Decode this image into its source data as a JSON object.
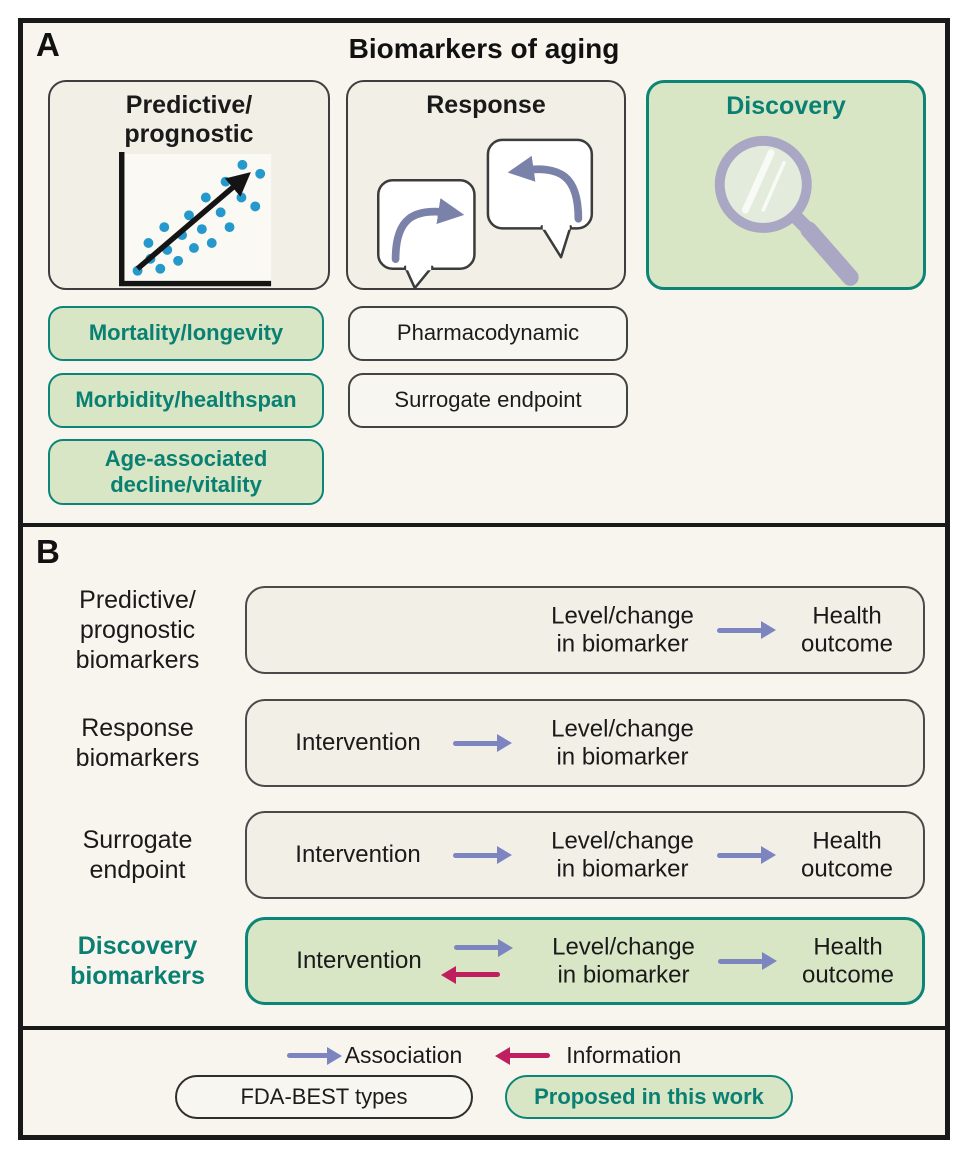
{
  "panel_a": {
    "label": "A",
    "title": "Biomarkers of aging",
    "categories": [
      {
        "title": "Predictive/\nprognostic",
        "icon": "scatter-plot-icon",
        "style": "fda"
      },
      {
        "title": "Response",
        "icon": "speech-bubbles-arrows-icon",
        "style": "fda"
      },
      {
        "title": "Discovery",
        "icon": "magnifying-glass-icon",
        "style": "proposed"
      }
    ],
    "green_pills": [
      "Mortality/longevity",
      "Morbidity/healthspan",
      "Age-associated\ndecline/vitality"
    ],
    "gray_pills": [
      "Pharmacodynamic",
      "Surrogate endpoint"
    ]
  },
  "panel_b": {
    "label": "B",
    "rows": [
      {
        "label": "Predictive/\nprognostic\nbiomarkers",
        "level_change": "Level/change\nin biomarker",
        "health_outcome": "Health\noutcome",
        "style": "fda"
      },
      {
        "label": "Response\nbiomarkers",
        "intervention": "Intervention",
        "level_change": "Level/change\nin biomarker",
        "style": "fda"
      },
      {
        "label": "Surrogate\nendpoint",
        "intervention": "Intervention",
        "level_change": "Level/change\nin biomarker",
        "health_outcome": "Health\noutcome",
        "style": "fda"
      },
      {
        "label": "Discovery\nbiomarkers",
        "intervention": "Intervention",
        "level_change": "Level/change\nin biomarker",
        "health_outcome": "Health\noutcome",
        "style": "proposed",
        "has_information_arrow": true
      }
    ]
  },
  "legend": {
    "association_label": "Association",
    "information_label": "Information",
    "fda_pill": "FDA-BEST types",
    "proposed_pill": "Proposed in this work"
  },
  "colors": {
    "teal_accent": "#0a8073",
    "teal_border": "#0c8577",
    "proposed_green_fill": "#d8e6c5",
    "fda_box_fill": "#f1efe6",
    "panel_background": "#f7f5ee",
    "association_purple": "#7d85c1",
    "information_crimson": "#c01f5f",
    "scatter_dot_blue": "#2599cc",
    "bubble_arrow_gray_purple": "#7b82aa",
    "magnifier_purple_gray": "#a9a7c4",
    "frame_black": "#191919"
  }
}
